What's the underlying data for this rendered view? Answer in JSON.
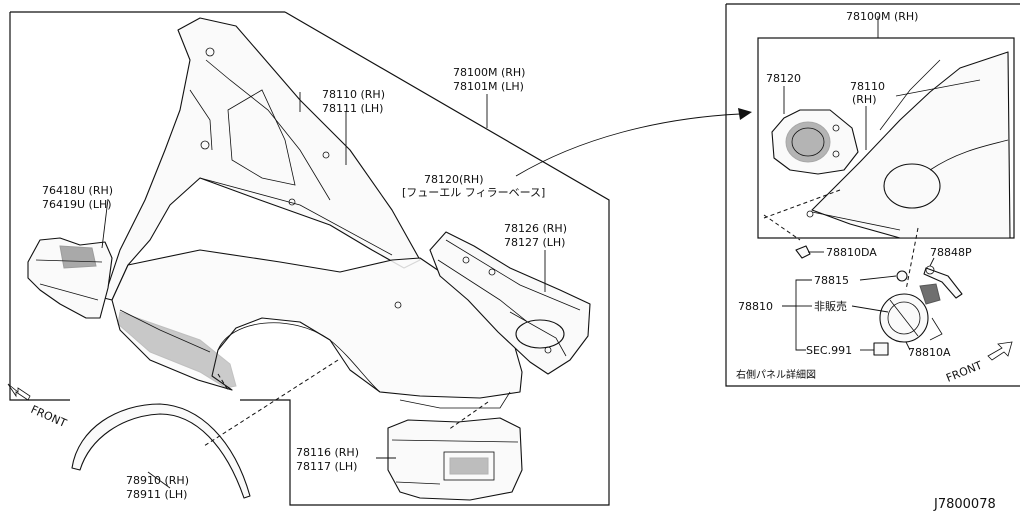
{
  "diagram_id": "J7800078",
  "main_callouts": {
    "c78100M_rh": "78100M (RH)",
    "c78101M_lh": "78101M (LH)",
    "c78110_rh": "78110 (RH)",
    "c78111_lh": "78111 (LH)",
    "c78120_rh": "78120(RH)",
    "c78120_note": "[フューエル フィラーベース]",
    "c76418U_rh": "76418U (RH)",
    "c76419U_lh": "76419U (LH)",
    "c78126_rh": "78126 (RH)",
    "c78127_lh": "78127 (LH)",
    "c78116_rh": "78116 (RH)",
    "c78117_lh": "78117 (LH)",
    "c78910_rh": "78910 (RH)",
    "c78911_lh": "78911 (LH)",
    "front_left": "FRONT"
  },
  "detail_callouts": {
    "c78100M_rh": "78100M (RH)",
    "c78120": "78120",
    "c78110": "78110",
    "c78110_rh": "(RH)",
    "c78810DA": "78810DA",
    "c78848P": "78848P",
    "c78815": "78815",
    "c78810": "78810",
    "not_sold": "非販売",
    "sec991": "SEC.991",
    "c78810A": "78810A",
    "detail_caption": "右側パネル詳細図",
    "front_right": "FRONT"
  }
}
